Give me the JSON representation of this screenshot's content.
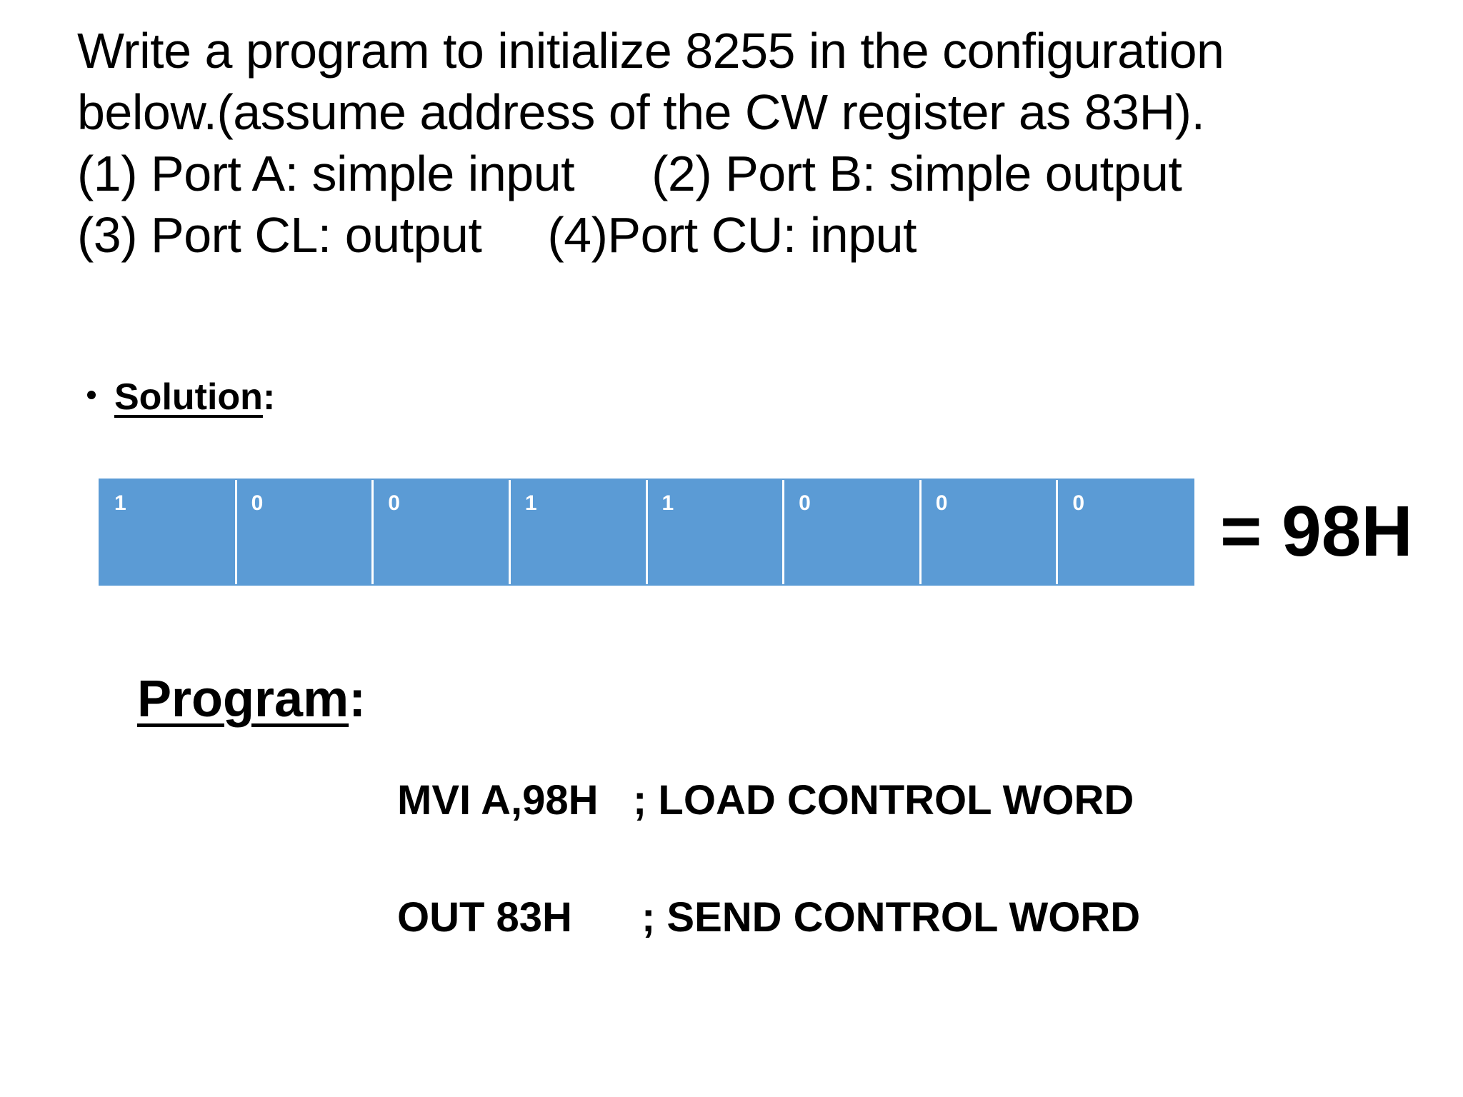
{
  "question": {
    "line1": "Write a program to initialize 8255 in the configuration",
    "line2": "below.(assume address of the CW register as 83H).",
    "item1": "(1) Port A: simple input",
    "item2": "(2) Port B: simple output",
    "item3": "(3) Port CL: output",
    "item4": "(4)Port CU: input"
  },
  "solution": {
    "label": "Solution",
    "colon": ":"
  },
  "control_word": {
    "bits": [
      "1",
      "0",
      "0",
      "1",
      "1",
      "0",
      "0",
      "0"
    ],
    "result": "= 98H",
    "cell_color": "#5b9bd5"
  },
  "program": {
    "label": "Program",
    "colon": ":",
    "lines": [
      {
        "instruction": "MVI A,98H",
        "comment": "; LOAD CONTROL WORD"
      },
      {
        "instruction": "OUT 83H",
        "comment": "; SEND CONTROL WORD"
      }
    ]
  }
}
